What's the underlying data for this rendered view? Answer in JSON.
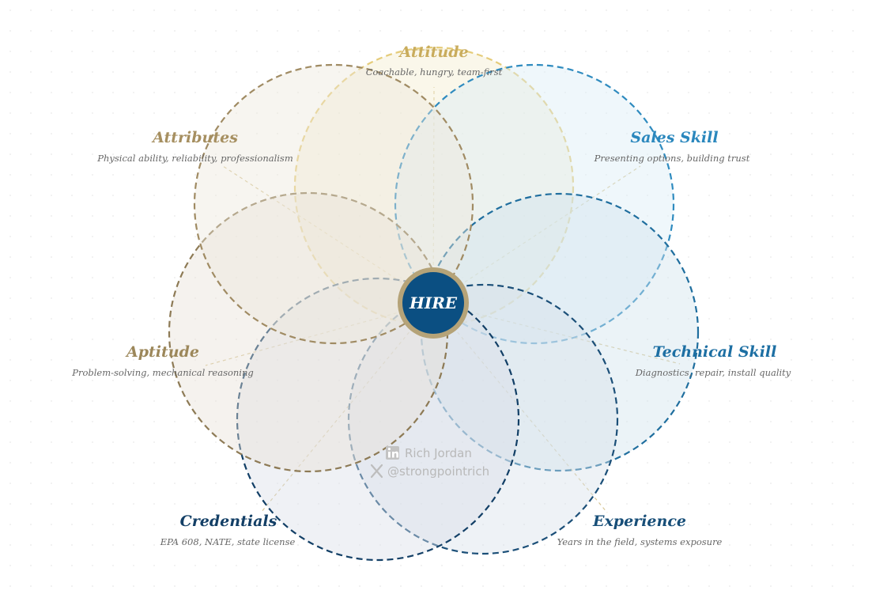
{
  "center": {
    "label": "HIRE",
    "fill": "#0b4f82",
    "ring": "#b5a378"
  },
  "petals": [
    {
      "key": "attitude",
      "title": "Attitude",
      "subtitle": "Coachable, hungry, team-first",
      "stroke": "#e5cc7a",
      "fill": "#f3eccc",
      "title_color": "#c9ac5c"
    },
    {
      "key": "sales",
      "title": "Sales Skill",
      "subtitle": "Presenting options, building trust",
      "stroke": "#2f8bbf",
      "fill": "#d9ebf5",
      "title_color": "#2a87bd"
    },
    {
      "key": "technical",
      "title": "Technical Skill",
      "subtitle": "Diagnostics, repair, install quality",
      "stroke": "#1f6e9e",
      "fill": "#cfe2ec",
      "title_color": "#1d6fa3"
    },
    {
      "key": "experience",
      "title": "Experience",
      "subtitle": "Years in the field, systems exposure",
      "stroke": "#1b4f78",
      "fill": "#d7e0ea",
      "title_color": "#174e78"
    },
    {
      "key": "credentials",
      "title": "Credentials",
      "subtitle": "EPA 608, NATE, state license",
      "stroke": "#123f66",
      "fill": "#d9dde6",
      "title_color": "#133f66"
    },
    {
      "key": "aptitude",
      "title": "Aptitude",
      "subtitle": "Problem-solving, mechanical reasoning",
      "stroke": "#8d7a55",
      "fill": "#e6e1d6",
      "title_color": "#9c875a"
    },
    {
      "key": "attributes",
      "title": "Attributes",
      "subtitle": "Physical ability, reliability, professionalism",
      "stroke": "#a08b63",
      "fill": "#ebe6db",
      "title_color": "#a68f60"
    }
  ],
  "watermark": {
    "linkedin": "Rich Jordan",
    "x_handle": "@strongpointrich",
    "linkedin_icon": "linkedin-icon",
    "x_icon": "x-logo-icon"
  }
}
